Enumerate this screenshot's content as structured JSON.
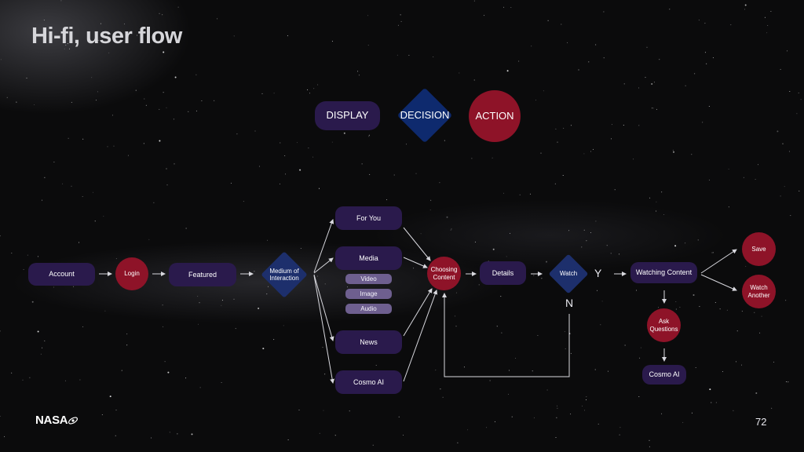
{
  "title": "Hi-fi, user flow",
  "legend": {
    "display": "DISPLAY",
    "decision": "DECISION",
    "action": "ACTION"
  },
  "flow": {
    "account": "Account",
    "login": "Login",
    "featured": "Featured",
    "medium": "Medium of Interaction",
    "for_you": "For You",
    "media": "Media",
    "video": "Video",
    "image": "Image",
    "audio": "Audio",
    "news": "News",
    "cosmo_ai": "Cosmo AI",
    "choosing": "Choosing Content",
    "details": "Details",
    "watch": "Watch",
    "yes": "Y",
    "no": "N",
    "watching": "Watching Content",
    "ask": "Ask Questions",
    "cosmo_ai_2": "Cosmo AI",
    "save": "Save",
    "watch_another": "Watch Another"
  },
  "colors": {
    "display": "#2a1a4c",
    "decision": "#1d2f6c",
    "action": "#8e1328",
    "sub_item": "#6e5f8f"
  },
  "footer": {
    "logo": "NASA",
    "page_number": "72"
  }
}
